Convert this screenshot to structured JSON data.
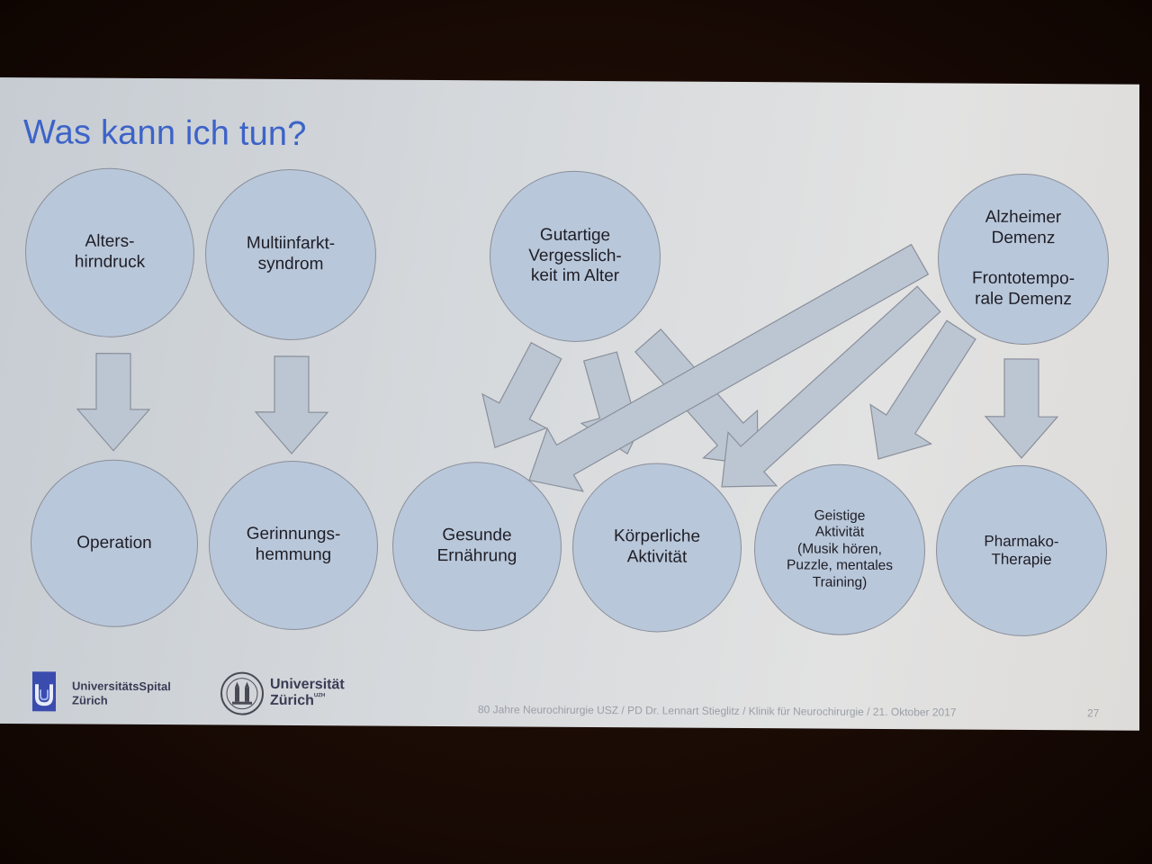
{
  "slide": {
    "title": "Was kann ich tun?",
    "colors": {
      "title": "#3d63c8",
      "circle_fill": "#b9c7da",
      "arrow_fill": "#bcc6d3",
      "outline": "#8a8f9a"
    }
  },
  "diagram": {
    "conditions": [
      {
        "id": "altershirndruck",
        "label": "Alters-\nhirndruck"
      },
      {
        "id": "multiinfarkt",
        "label": "Multiinfarkt-\nsyndrom"
      },
      {
        "id": "vergesslichkeit",
        "label": "Gutartige\nVergesslich-\nkeit im Alter"
      },
      {
        "id": "alzheimer",
        "label": "Alzheimer\nDemenz\n\nFrontotempo-\nrale Demenz"
      }
    ],
    "interventions": [
      {
        "id": "operation",
        "label": "Operation"
      },
      {
        "id": "gerinnung",
        "label": "Gerinnungs-\nhemmung"
      },
      {
        "id": "ernaehrung",
        "label": "Gesunde\nErnährung"
      },
      {
        "id": "koerperlich",
        "label": "Körperliche\nAktivität"
      },
      {
        "id": "geistig",
        "label": "Geistige\nAktivität\n(Musik hören,\nPuzzle, mentales\nTraining)"
      },
      {
        "id": "pharmako",
        "label": "Pharmako-\nTherapie"
      }
    ],
    "links": [
      {
        "from": "altershirndruck",
        "to": "operation"
      },
      {
        "from": "multiinfarkt",
        "to": "gerinnung"
      },
      {
        "from": "vergesslichkeit",
        "to": "ernaehrung"
      },
      {
        "from": "vergesslichkeit",
        "to": "koerperlich"
      },
      {
        "from": "vergesslichkeit",
        "to": "geistig"
      },
      {
        "from": "alzheimer",
        "to": "ernaehrung"
      },
      {
        "from": "alzheimer",
        "to": "koerperlich"
      },
      {
        "from": "alzheimer",
        "to": "geistig"
      },
      {
        "from": "alzheimer",
        "to": "pharmako"
      }
    ]
  },
  "footer": {
    "usz_logo_line1": "UniversitätsSpital",
    "usz_logo_line2": "Zürich",
    "uzh_line1": "Universität",
    "uzh_line2": "Zürich",
    "uzh_sup": "UZH",
    "caption": "80 Jahre Neurochirurgie USZ / PD Dr. Lennart Stieglitz / Klinik für Neurochirurgie  /  21. Oktober 2017",
    "page_number": "27"
  }
}
